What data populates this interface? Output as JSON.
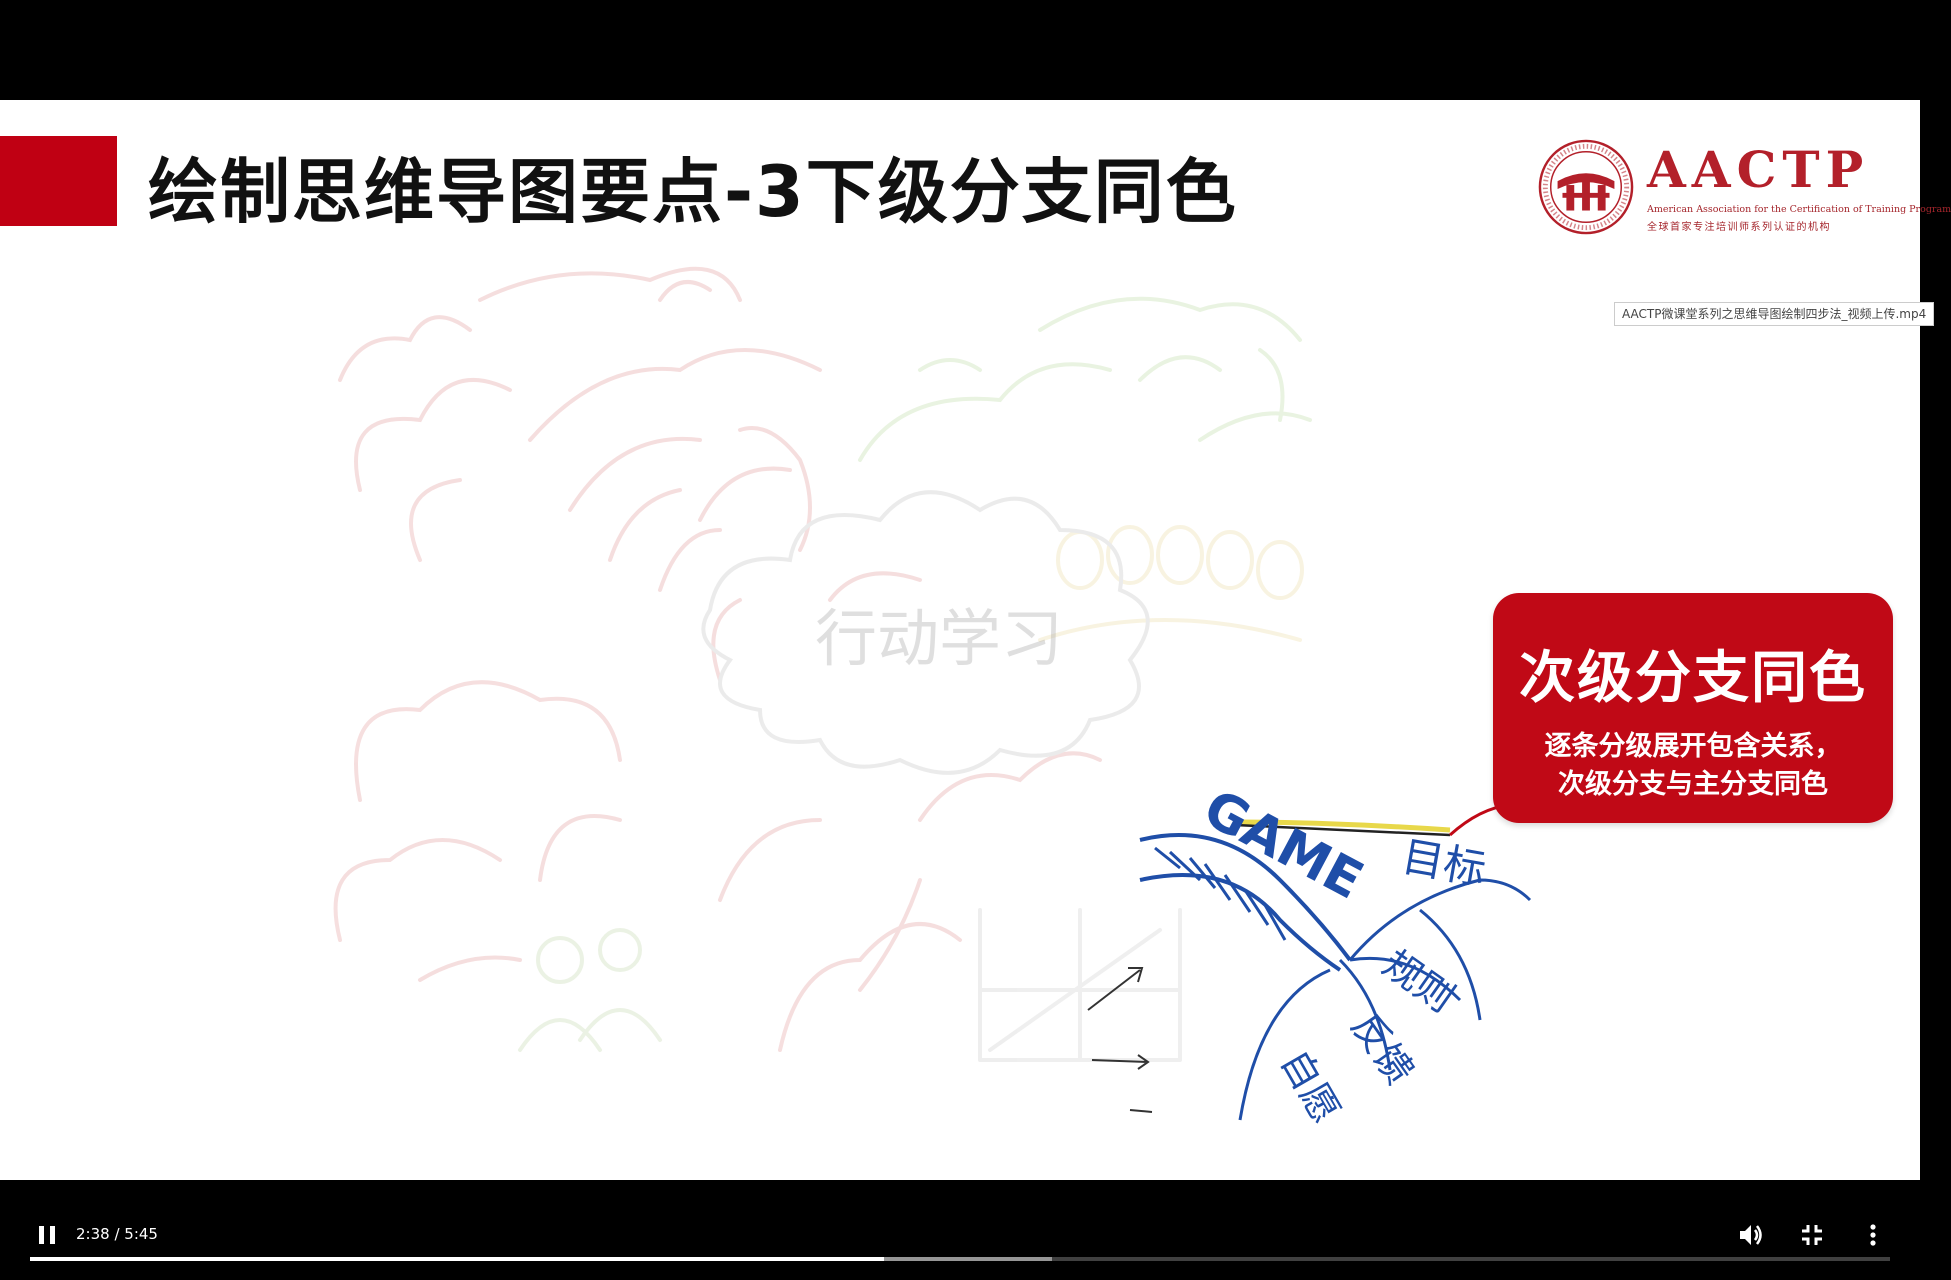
{
  "slide": {
    "title": "绘制思维导图要点-3下级分支同色",
    "logo": {
      "name": "AACTP",
      "subtitle_en": "American Association for the Certification of Training Program",
      "subtitle_cn": "全球首家专注培训师系列认证的机构"
    },
    "callout": {
      "title": "次级分支同色",
      "line1": "逐条分级展开包含关系，",
      "line2": "次级分支与主分支同色"
    },
    "mindmap": {
      "center": "行动学习",
      "game": "GAME",
      "goal": "目标",
      "rules": "规则",
      "feedback": "反馈",
      "voluntary": "自愿"
    }
  },
  "video": {
    "filename": "AACTP微课堂系列之思维导图绘制四步法_视频上传.mp4",
    "current_time": "2:38",
    "duration": "5:45",
    "time_display": "2:38 / 5:45",
    "progress": 0.4594,
    "buffered": 0.5495
  },
  "colors": {
    "accent_red": "#c00013",
    "callout_red": "#c00916",
    "branch_blue": "#1f4ea8"
  },
  "icons": {
    "pause": "pause-icon",
    "volume": "volume-icon",
    "exit_fullscreen": "exit-fullscreen-icon",
    "more": "more-vert-icon"
  }
}
